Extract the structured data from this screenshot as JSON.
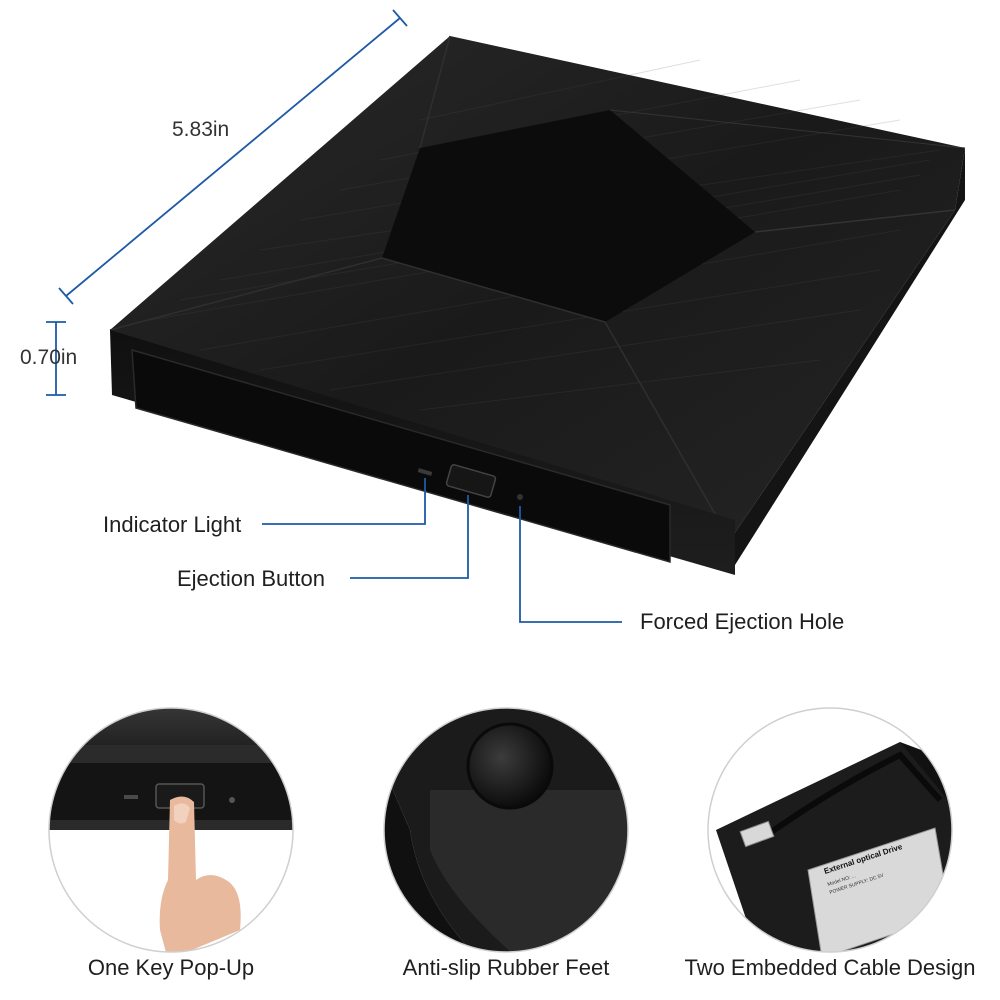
{
  "dimensions": {
    "width_label": "5.83in",
    "height_label": "0.70in"
  },
  "callouts": {
    "indicator_light": "Indicator Light",
    "ejection_button": "Ejection Button",
    "forced_ejection_hole": "Forced Ejection Hole"
  },
  "features": [
    {
      "caption": "One Key Pop-Up"
    },
    {
      "caption": "Anti-slip Rubber Feet"
    },
    {
      "caption": "Two Embedded Cable Design"
    }
  ],
  "drive_label": {
    "title": "External optical Drive",
    "line1": "Model NO: ...",
    "line2": "POWER SUPPLY: DC 5V"
  },
  "colors": {
    "callout_line": "#1e5aa8",
    "device_body": "#1b1b1b",
    "device_dark": "#0d0d0d"
  }
}
